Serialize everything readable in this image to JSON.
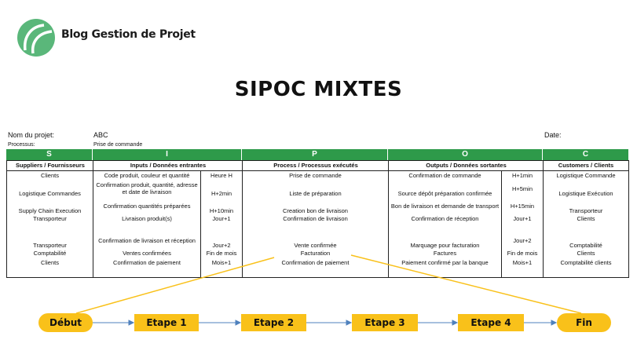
{
  "brand": {
    "name": "Blog Gestion de Projet",
    "accent": "#5ab77a"
  },
  "title": "SIPOC MIXTES",
  "project": {
    "name_label": "Nom du projet:",
    "name_value": "ABC",
    "process_label": "Processus:",
    "process_value": "Prise de commande",
    "date_label": "Date:"
  },
  "sipoc": {
    "letters": [
      "S",
      "I",
      "P",
      "O",
      "C"
    ],
    "headers": [
      "Suppliers / Fournisseurs",
      "Inputs / Données entrantes",
      "Process / Processus exécutés",
      "Outputs / Données sortantes",
      "Customers / Clients"
    ],
    "rows": [
      [
        "Clients",
        "Code produit, couleur et quantité",
        "Heure H",
        "Prise de commande",
        "Confirmation de commande",
        "H+1min",
        "Logistique Commande"
      ],
      [
        "Logistique Commandes",
        "Confirmation produit, quantité, adresse et date de livraison",
        "H+2min",
        "Liste de préparation",
        "Source dépôt préparation confirmée",
        "H+5min",
        "Logistique Exécution"
      ],
      [
        "Supply Chain Execution",
        "Confirmation quantités préparées",
        "H+10min",
        "Creation bon de livraison",
        "Bon de livraison et demande de transport",
        "H+15min",
        "Transporteur"
      ],
      [
        "Transporteur",
        "Livraison produit(s)",
        "Jour+1",
        "Confirmation de livraison",
        "Confirmation de réception",
        "Jour+1",
        "Clients"
      ],
      [
        "Transporteur",
        "Confirmation de livraison et réception",
        "Jour+2",
        "Vente confirmée",
        "Marquage pour facturation",
        "Jour+2",
        "Comptabilité"
      ],
      [
        "Comptabilité",
        "Ventes confirmées",
        "Fin de mois",
        "Facturation",
        "Factures",
        "Fin de mois",
        "Clients"
      ],
      [
        "Clients",
        "Confirmation de paiement",
        "Mois+1",
        "Confirmation de paiement",
        "Paiement confirmé par la banque",
        "Mois+1",
        "Comptabilité clients"
      ]
    ],
    "colors": {
      "letter_bg": "#2e9a4a",
      "band": "#bfbfbf"
    }
  },
  "flow": {
    "steps": [
      "Début",
      "Etape 1",
      "Etape 2",
      "Etape 3",
      "Etape 4",
      "Fin"
    ],
    "color": "#f9c11a",
    "arrow_color": "#4f81bd"
  }
}
